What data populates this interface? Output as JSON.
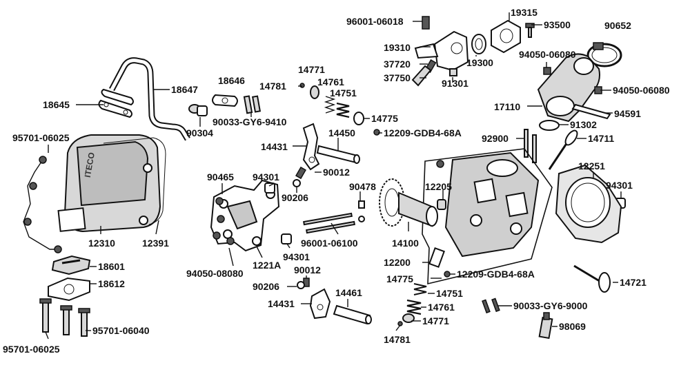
{
  "labels": [
    {
      "id": "96001-06018",
      "text": "96001-06018"
    },
    {
      "id": "19315",
      "text": "19315"
    },
    {
      "id": "93500",
      "text": "93500"
    },
    {
      "id": "90652",
      "text": "90652"
    },
    {
      "id": "19310",
      "text": "19310"
    },
    {
      "id": "37720",
      "text": "37720"
    },
    {
      "id": "37750",
      "text": "37750"
    },
    {
      "id": "19300",
      "text": "19300"
    },
    {
      "id": "94050-06080-a",
      "text": "94050-06080"
    },
    {
      "id": "91301",
      "text": "91301"
    },
    {
      "id": "94050-06080-b",
      "text": "94050-06080"
    },
    {
      "id": "17110",
      "text": "17110"
    },
    {
      "id": "94591",
      "text": "94591"
    },
    {
      "id": "91302",
      "text": "91302"
    },
    {
      "id": "92900",
      "text": "92900"
    },
    {
      "id": "14711",
      "text": "14711"
    },
    {
      "id": "18647",
      "text": "18647"
    },
    {
      "id": "18646",
      "text": "18646"
    },
    {
      "id": "18645",
      "text": "18645"
    },
    {
      "id": "90304",
      "text": "90304"
    },
    {
      "id": "90033-GY6-9410",
      "text": "90033-GY6-9410"
    },
    {
      "id": "14771-a",
      "text": "14771"
    },
    {
      "id": "14781-a",
      "text": "14781"
    },
    {
      "id": "14761-a",
      "text": "14761"
    },
    {
      "id": "14751-a",
      "text": "14751"
    },
    {
      "id": "14775-a",
      "text": "14775"
    },
    {
      "id": "12209-GDB4-68A-a",
      "text": "12209-GDB4-68A"
    },
    {
      "id": "14450",
      "text": "14450"
    },
    {
      "id": "14431-a",
      "text": "14431"
    },
    {
      "id": "90012-a",
      "text": "90012"
    },
    {
      "id": "95701-06025-a",
      "text": "95701-06025"
    },
    {
      "id": "12310",
      "text": "12310"
    },
    {
      "id": "12391",
      "text": "12391"
    },
    {
      "id": "90465",
      "text": "90465"
    },
    {
      "id": "94301-a",
      "text": "94301"
    },
    {
      "id": "90206-a",
      "text": "90206"
    },
    {
      "id": "90478",
      "text": "90478"
    },
    {
      "id": "12205",
      "text": "12205"
    },
    {
      "id": "12251",
      "text": "12251"
    },
    {
      "id": "94301-b",
      "text": "94301"
    },
    {
      "id": "96001-06100",
      "text": "96001-06100"
    },
    {
      "id": "14100",
      "text": "14100"
    },
    {
      "id": "94301-c",
      "text": "94301"
    },
    {
      "id": "94050-08080",
      "text": "94050-08080"
    },
    {
      "id": "1221A",
      "text": "1221A"
    },
    {
      "id": "12200",
      "text": "12200"
    },
    {
      "id": "18601",
      "text": "18601"
    },
    {
      "id": "18612",
      "text": "18612"
    },
    {
      "id": "90012-b",
      "text": "90012"
    },
    {
      "id": "90206-b",
      "text": "90206"
    },
    {
      "id": "14775-b",
      "text": "14775"
    },
    {
      "id": "12209-GDB4-68A-b",
      "text": "12209-GDB4-68A"
    },
    {
      "id": "14721",
      "text": "14721"
    },
    {
      "id": "14751-b",
      "text": "14751"
    },
    {
      "id": "14431-b",
      "text": "14431"
    },
    {
      "id": "14461",
      "text": "14461"
    },
    {
      "id": "14761-b",
      "text": "14761"
    },
    {
      "id": "90033-GY6-9000",
      "text": "90033-GY6-9000"
    },
    {
      "id": "14771-b",
      "text": "14771"
    },
    {
      "id": "95701-06040",
      "text": "95701-06040"
    },
    {
      "id": "98069",
      "text": "98069"
    },
    {
      "id": "14781-b",
      "text": "14781"
    },
    {
      "id": "95701-06025-b",
      "text": "95701-06025"
    }
  ]
}
